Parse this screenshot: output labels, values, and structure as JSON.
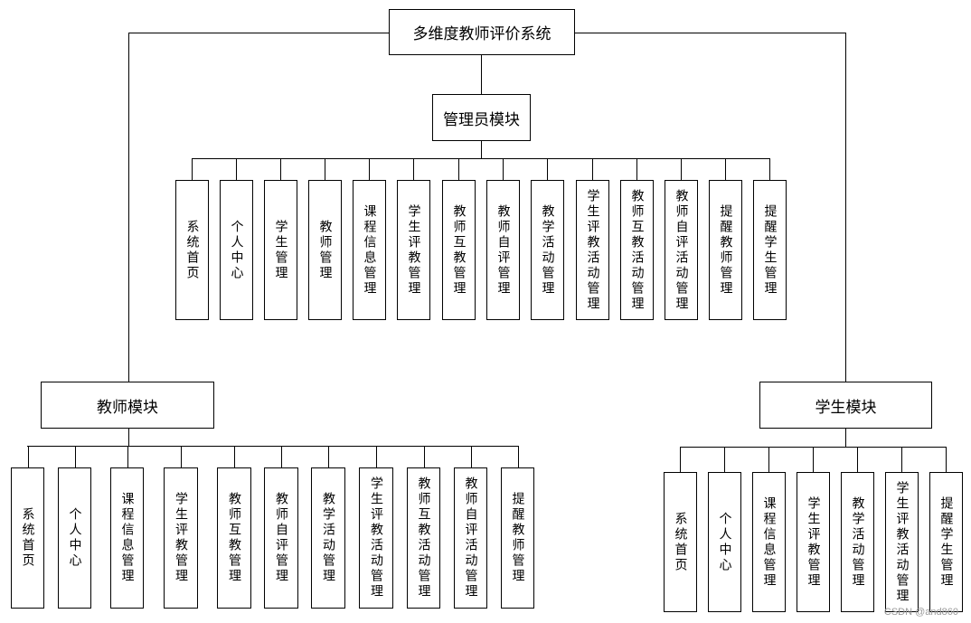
{
  "root": {
    "label": "多维度教师评价系统"
  },
  "admin": {
    "label": "管理员模块",
    "items": [
      "系统首页",
      "个人中心",
      "学生管理",
      "教师管理",
      "课程信息管理",
      "学生评教管理",
      "教师互教管理",
      "教师自评管理",
      "教学活动管理",
      "学生评教活动管理",
      "教师互教活动管理",
      "教师自评活动管理",
      "提醒教师管理",
      "提醒学生管理"
    ]
  },
  "teacher": {
    "label": "教师模块",
    "items": [
      "系统首页",
      "个人中心",
      "课程信息管理",
      "学生评教管理",
      "教师互教管理",
      "教师自评管理",
      "教学活动管理",
      "学生评教活动管理",
      "教师互教活动管理",
      "教师自评活动管理",
      "提醒教师管理"
    ]
  },
  "student": {
    "label": "学生模块",
    "items": [
      "系统首页",
      "个人中心",
      "课程信息管理",
      "学生评教管理",
      "教学活动管理",
      "学生评教活动管理",
      "提醒学生管理"
    ]
  },
  "watermark": "CSDN @and860"
}
